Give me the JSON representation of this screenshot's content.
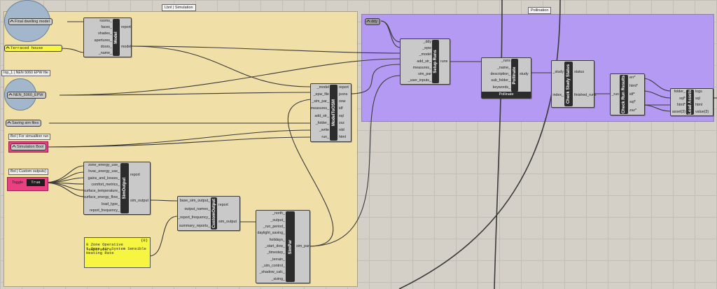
{
  "groups": {
    "lbnl_title": "Lbnl | Simulation",
    "pollination_title": "Pollination"
  },
  "tags": {
    "inp_epw": "Inp_1 | NEN 5060 EPW file",
    "bol_sim_run": "Bol | For simualtion run",
    "bol_outputs": "Bol | Custom outputs)"
  },
  "params": {
    "final_model": "Final dwelling model",
    "terraced": "Terraced house",
    "nen_epw": "NEN_5060_EPW",
    "saving_sim_files": "Saving sim files",
    "simulation_bool": "Simulation Bool",
    "toggle_label": "Toggle",
    "toggle_value": "True",
    "ddy": "ddy"
  },
  "panel": {
    "index": "{0}",
    "lines": [
      "0 Zone Operative Temperature",
      "1 Zone Air System Sensible",
      "  Heating Rate"
    ]
  },
  "components": {
    "model": {
      "title": "Model",
      "inputs": [
        "rooms_",
        "faces_",
        "shades_",
        "apertures_",
        "doors_",
        "_name_"
      ],
      "outputs": [
        "report",
        "model"
      ]
    },
    "model_to_osm": {
      "title": "ModelToOSM",
      "inputs": [
        "_model",
        "_epw_file",
        "_sim_par_",
        "measures_",
        "add_str_",
        "_folder_",
        "_write",
        "run_"
      ],
      "outputs": [
        "report",
        "jsons",
        "osw",
        "idf",
        "sql",
        "zsz",
        "rdd",
        "html"
      ]
    },
    "sim_output": {
      "title": "SimOutput",
      "inputs": [
        "zone_energy_use_",
        "hvac_energy_use_",
        "gains_and_losses_",
        "comfort_metrics_",
        "surface_temperature_",
        "surface_energy_flow_",
        "load_type_",
        "report_frequency_"
      ],
      "outputs": [
        "report",
        "sim_output"
      ]
    },
    "custom_output": {
      "title": "CustomOutput",
      "inputs": [
        "base_sim_output_",
        "output_names_",
        "_report_frequency_",
        "summary_reports_"
      ],
      "outputs": [
        "report",
        "sim_output"
      ]
    },
    "sim_par": {
      "title": "SimPar",
      "inputs": [
        "_north_",
        "_output_",
        "_run_period_",
        "daylight_saving_",
        "holidays_",
        "_start_dow_",
        "_timestep_",
        "_terrain_",
        "_sim_control_",
        "_shadow_calc_",
        "_sizing_"
      ],
      "outputs": [
        "sim_par"
      ]
    },
    "setup_runs": {
      "title": "Setup Runs",
      "inputs": [
        "_ddy",
        "_epw",
        "_model",
        "add_str_",
        "measures_",
        "sim_par",
        "_user_inputs_"
      ],
      "outputs": [
        "runs"
      ]
    },
    "pollinate": {
      "title": "Pollinate",
      "inputs": [
        "_runs",
        "_name_",
        "description_",
        "sub_folder_",
        "keywords_"
      ],
      "outputs": [
        "study"
      ],
      "footer": "Pollinate"
    },
    "check_study": {
      "title": "Check Study Status",
      "inputs": [
        "_study",
        "index_"
      ],
      "outputs": [
        "status",
        "finished_runs"
      ]
    },
    "check_run": {
      "title": "Check Run Results",
      "inputs": [
        "_run"
      ],
      "outputs": [
        "err*",
        "html*",
        "idf*",
        "sql*",
        "zsz*"
      ]
    },
    "load_assets": {
      "title": "Load Assets",
      "inputs": [
        "folder_",
        "sql*",
        "html*",
        "asset(3)"
      ],
      "outputs": [
        "logs",
        "sql",
        "html",
        "value(3)"
      ]
    }
  },
  "colors": {
    "canvas": "#d4d0c8",
    "lbnl_group": "#f0dfa6",
    "pollination_group": "#b49af2",
    "panel": "#f5f542",
    "boolean": "#ea3f80",
    "circle": "#a3b7cc"
  }
}
